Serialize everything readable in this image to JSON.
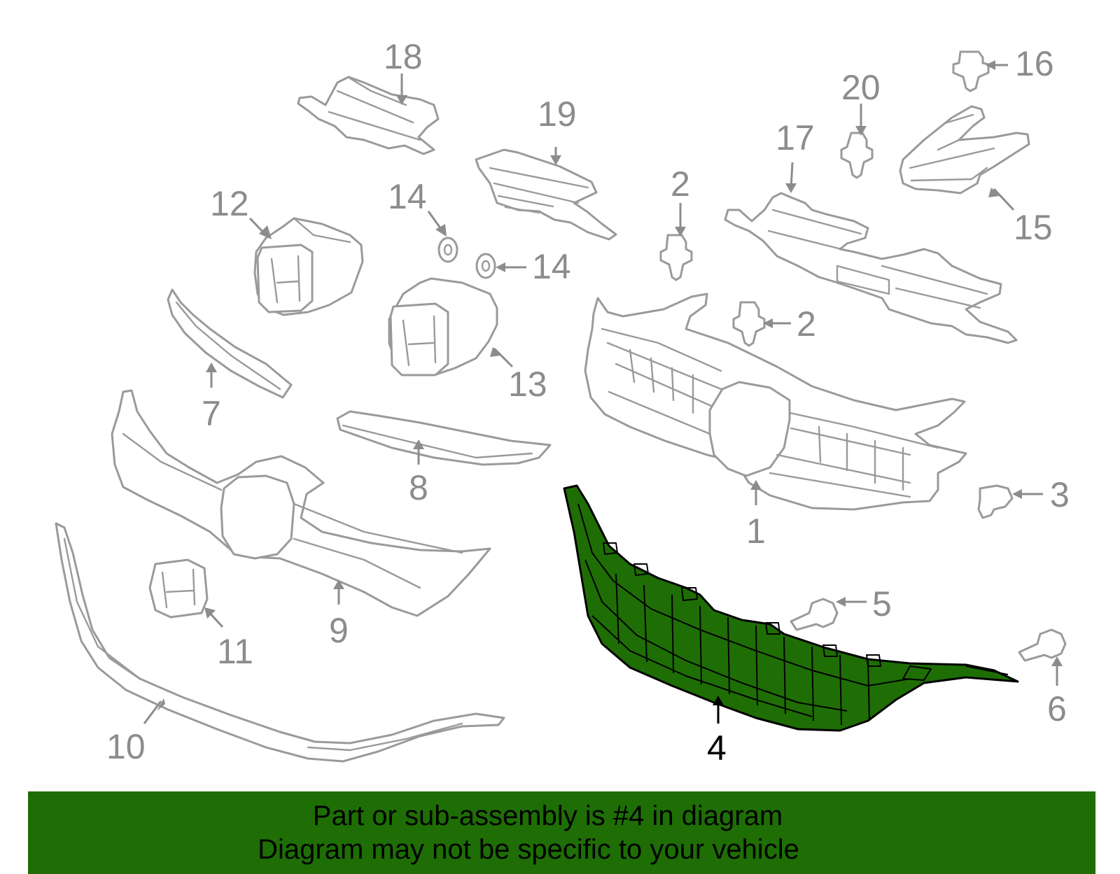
{
  "diagram": {
    "highlight_color": "#1e6e05",
    "part_color": "#9a9a9a",
    "callouts": [
      {
        "id": "c18",
        "label": "18"
      },
      {
        "id": "c19",
        "label": "19"
      },
      {
        "id": "c16",
        "label": "16"
      },
      {
        "id": "c20",
        "label": "20"
      },
      {
        "id": "c17",
        "label": "17"
      },
      {
        "id": "c2a",
        "label": "2"
      },
      {
        "id": "c12",
        "label": "12"
      },
      {
        "id": "c14a",
        "label": "14"
      },
      {
        "id": "c14b",
        "label": "14"
      },
      {
        "id": "c15",
        "label": "15"
      },
      {
        "id": "c2b",
        "label": "2"
      },
      {
        "id": "c13",
        "label": "13"
      },
      {
        "id": "c7",
        "label": "7"
      },
      {
        "id": "c3",
        "label": "3"
      },
      {
        "id": "c8",
        "label": "8"
      },
      {
        "id": "c1",
        "label": "1"
      },
      {
        "id": "c5",
        "label": "5"
      },
      {
        "id": "c9",
        "label": "9"
      },
      {
        "id": "c11",
        "label": "11"
      },
      {
        "id": "c6",
        "label": "6"
      },
      {
        "id": "c10",
        "label": "10"
      },
      {
        "id": "c4",
        "label": "4"
      }
    ]
  },
  "banner": {
    "line1": "Part or sub-assembly is #4 in diagram",
    "line2": "Diagram may not be specific to your vehicle"
  }
}
